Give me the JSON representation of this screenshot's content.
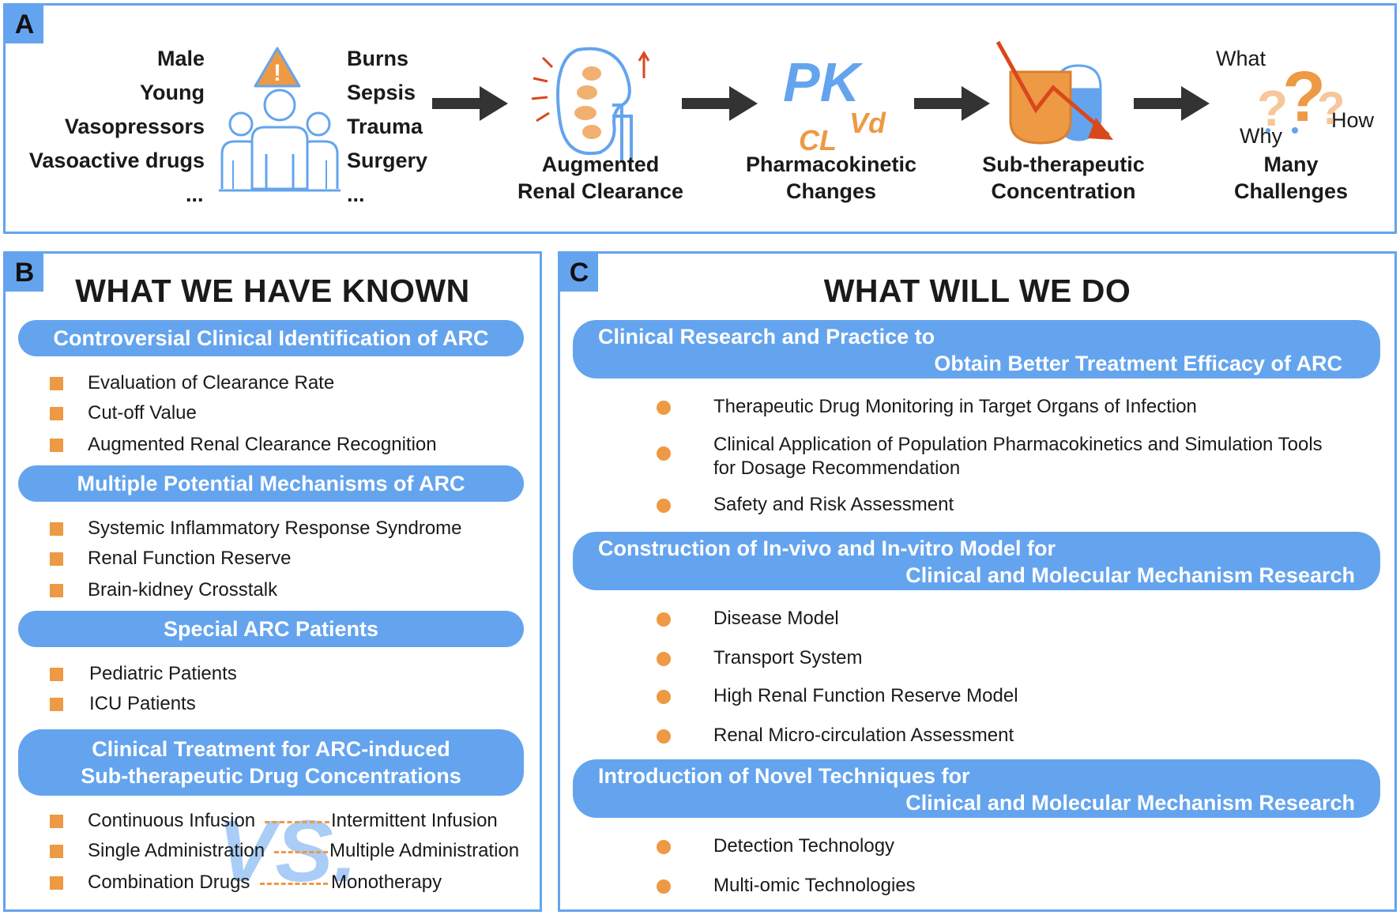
{
  "panelA": {
    "label": "A",
    "risk_left": [
      "Male",
      "Young",
      "Vasopressors",
      "Vasoactive drugs",
      "..."
    ],
    "risk_right": [
      "Burns",
      "Sepsis",
      "Trauma",
      "Surgery",
      "..."
    ],
    "pk_text": "PK",
    "vd_text": "Vd",
    "cl_text": "CL",
    "q_what": "What",
    "q_why": "Why",
    "q_how": "How",
    "steps": [
      {
        "line1": "Augmented",
        "line2": "Renal Clearance"
      },
      {
        "line1": "Pharmacokinetic",
        "line2": "Changes"
      },
      {
        "line1": "Sub-therapeutic",
        "line2": "Concentration"
      },
      {
        "line1": "Many",
        "line2": "Challenges"
      }
    ]
  },
  "panelB": {
    "label": "B",
    "title": "WHAT WE HAVE KNOWN",
    "sections": [
      {
        "header": "Controversial Clinical Identification of ARC",
        "items": [
          "Evaluation of Clearance Rate",
          "Cut-off Value",
          "Augmented Renal Clearance Recognition"
        ]
      },
      {
        "header": "Multiple Potential Mechanisms of ARC",
        "items": [
          "Systemic Inflammatory Response Syndrome",
          "Renal Function Reserve",
          "Brain-kidney Crosstalk"
        ]
      },
      {
        "header": "Special ARC Patients",
        "items": [
          "Pediatric Patients",
          "ICU Patients"
        ]
      },
      {
        "header_line1": "Clinical Treatment for ARC-induced",
        "header_line2": "Sub-therapeutic Drug Concentrations"
      }
    ],
    "vs_text": "VS.",
    "comparisons": [
      {
        "left": "Continuous Infusion",
        "right": "Intermittent Infusion"
      },
      {
        "left": "Single Administration",
        "right": "Multiple Administration"
      },
      {
        "left": "Combination Drugs",
        "right": "Monotherapy"
      }
    ]
  },
  "panelC": {
    "label": "C",
    "title": "WHAT WILL WE DO",
    "sections": [
      {
        "header_line1": "Clinical Research and Practice to",
        "header_line2": "Obtain Better Treatment Efficacy of ARC",
        "items": [
          "Therapeutic Drug Monitoring in Target Organs of Infection",
          "Clinical Application of Population Pharmacokinetics and Simulation Tools",
          "for Dosage Recommendation",
          "Safety and Risk Assessment"
        ]
      },
      {
        "header_line1": "Construction of In-vivo and In-vitro Model for",
        "header_line2": "Clinical and Molecular Mechanism Research",
        "items": [
          "Disease Model",
          "Transport System",
          "High Renal Function Reserve  Model",
          "Renal Micro-circulation Assessment"
        ]
      },
      {
        "header_line1": "Introduction of Novel Techniques for",
        "header_line2": "Clinical and Molecular Mechanism Research",
        "items": [
          "Detection Technology",
          "Multi-omic Technologies"
        ]
      }
    ]
  },
  "colors": {
    "blue": "#64a4ee",
    "orange": "#ee9944",
    "arrow": "#333333",
    "red": "#d9481c"
  }
}
